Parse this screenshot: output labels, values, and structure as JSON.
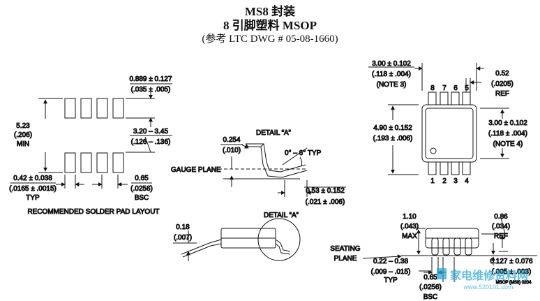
{
  "title": {
    "line1": "MS8 封装",
    "line2": "8 引脚塑料 MSOP",
    "line3": "(参考 LTC DWG # 05-08-1660)"
  },
  "pad_layout": {
    "dim_pad_width": [
      "0.889 ± 0.127",
      "(.035 ± .005)"
    ],
    "dim_row_spacing": [
      "5.23",
      "(.206)",
      "MIN"
    ],
    "dim_span": [
      "3.20 – 3.45",
      "(.126 – .136)"
    ],
    "dim_pad_len": [
      "0.42 ± 0.038",
      "(.0165 ± .0015)",
      "TYP"
    ],
    "dim_pitch": [
      "0.65",
      "(.0256)",
      "BSC"
    ],
    "caption": "RECOMMENDED SOLDER PAD LAYOUT"
  },
  "detail_a": {
    "label": "DETAIL “A”",
    "dim_thickness": [
      "0.254",
      "(.010)"
    ],
    "angle": "0° – 6° TYP",
    "gauge_plane": "GAUGE PLANE",
    "dim_foot": [
      "0.53 ± 0.152",
      "(.021 ± .006)"
    ]
  },
  "side_view": {
    "dim_lead": [
      "0.18",
      "(.007)"
    ],
    "label": "DETAIL “A”"
  },
  "top_view": {
    "dim_width": [
      "3.00 ± 0.102",
      "(.118 ± .004)",
      "(NOTE 3)"
    ],
    "dim_ref": [
      "0.52",
      "(.0205)",
      "REF"
    ],
    "dim_length": [
      "4.90 ± 0.152",
      "(.193 ± .006)"
    ],
    "dim_body": [
      "3.00 ± 0.102",
      "(.118 ± .004)",
      "(NOTE 4)"
    ],
    "pins_top": [
      "8",
      "7",
      "6",
      "5"
    ],
    "pins_bottom": [
      "1",
      "2",
      "3",
      "4"
    ]
  },
  "end_view": {
    "dim_height": [
      "1.10",
      "(.043)",
      "MAX"
    ],
    "dim_ref": [
      "0.86",
      "(.034)",
      "REF"
    ],
    "seating_plane": [
      "SEATING",
      "PLANE"
    ],
    "dim_lead_w": [
      "0.22 – 0.38",
      "(.009 – .015)",
      "TYP"
    ],
    "dim_pitch": [
      "0.65",
      "(.0256)",
      "BSC"
    ],
    "dim_standoff": [
      "0.127 ± 0.076",
      "(.005 ± .003)"
    ],
    "drawing_id": "MSOP (MS8) 0204"
  },
  "watermark": {
    "text": "家电维修资料网",
    "url": "www.520101.com"
  }
}
